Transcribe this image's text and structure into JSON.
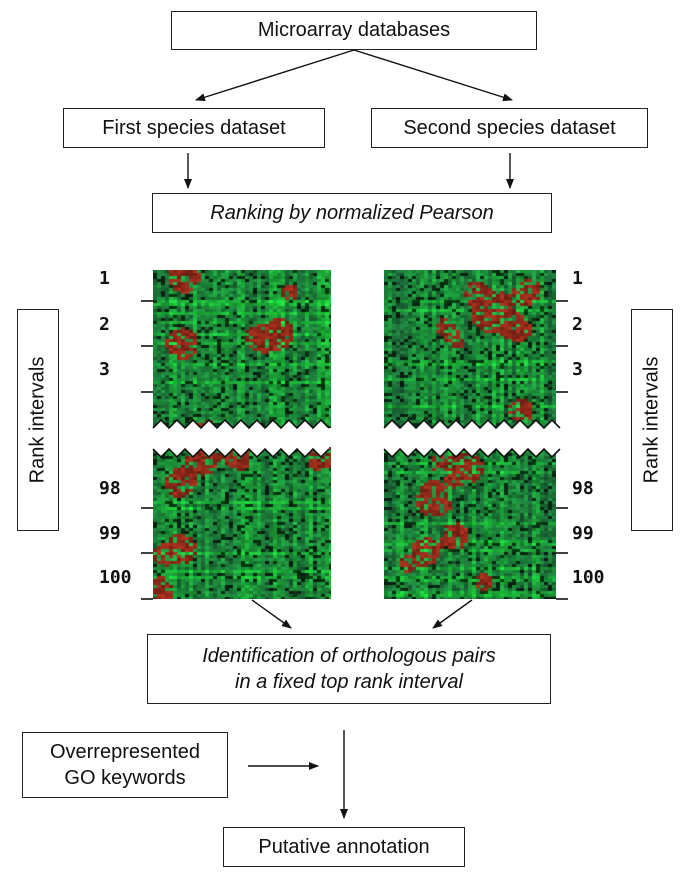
{
  "top_box": "Microarray databases",
  "first_dataset": "First species dataset",
  "second_dataset": "Second species dataset",
  "ranking": "Ranking by normalized Pearson",
  "rank_intervals_label": "Rank intervals",
  "ranks_top": [
    "1",
    "2",
    "3"
  ],
  "ranks_bottom": [
    "98",
    "99",
    "100"
  ],
  "identification": {
    "line1": "Identification of orthologous pairs",
    "line2": "in a fixed top rank interval"
  },
  "go_keywords": {
    "line1": "Overrepresented",
    "line2": "GO keywords"
  },
  "putative": "Putative annotation",
  "colors": {
    "green": "#1f9a4a",
    "red": "#a8321e",
    "dark": "#123a1c"
  }
}
